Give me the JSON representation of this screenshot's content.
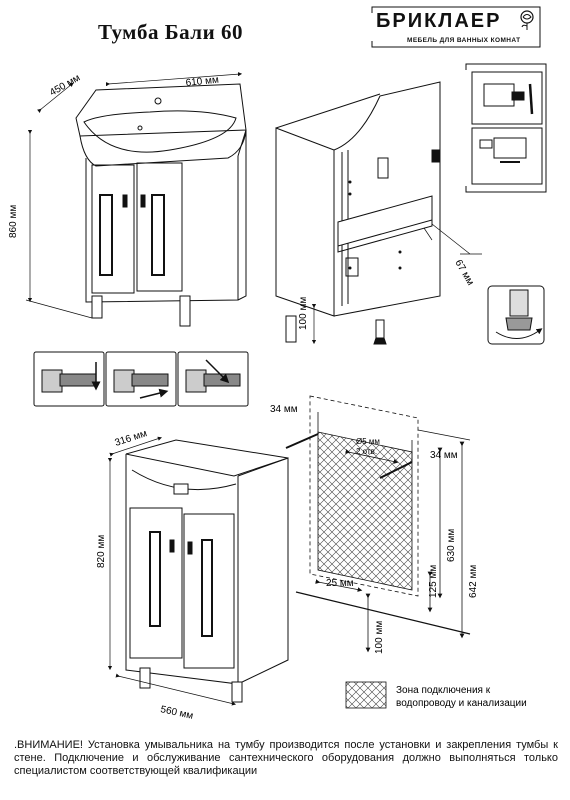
{
  "header": {
    "title": "Тумба Бали 60",
    "brand": "БРИКЛАЕР",
    "brand_tagline": "МЕБЕЛЬ ДЛЯ ВАННЫХ КОМНАТ"
  },
  "dimensions": {
    "depth_top": "450 мм",
    "width_top": "610 мм",
    "height_total": "860 мм",
    "panel_offset": "67 мм",
    "leg_height_top": "100 мм",
    "depth_cabinet": "316 мм",
    "height_cabinet": "820 мм",
    "width_cabinet": "560 мм",
    "wall_left_offset": "34 мм",
    "wall_right_offset": "34 мм",
    "hole_diameter": "Ø5 мм",
    "hole_count": "2 отв.",
    "wall_bottom_offset": "25 мм",
    "zone_height": "630 мм",
    "zone_bottom": "125 мм",
    "hole_height": "642 мм",
    "floor_offset": "100 мм"
  },
  "legend": {
    "zone_label_line1": "Зона подключения к",
    "zone_label_line2": "водопроводу и канализации"
  },
  "notice": ".ВНИМАНИЕ! Установка умывальника на тумбу производится после установки и закрепления тумбы к стене. Подключение и обслуживание сантехнического оборудования должно выполняться только специалистом соответствующей квалификации",
  "icons": [
    "hinge-adjust-icon",
    "hinge-depth-icon",
    "hinge-release-icon",
    "shelf-clip-icon",
    "leg-adjust-icon",
    "rose-logo-icon"
  ]
}
